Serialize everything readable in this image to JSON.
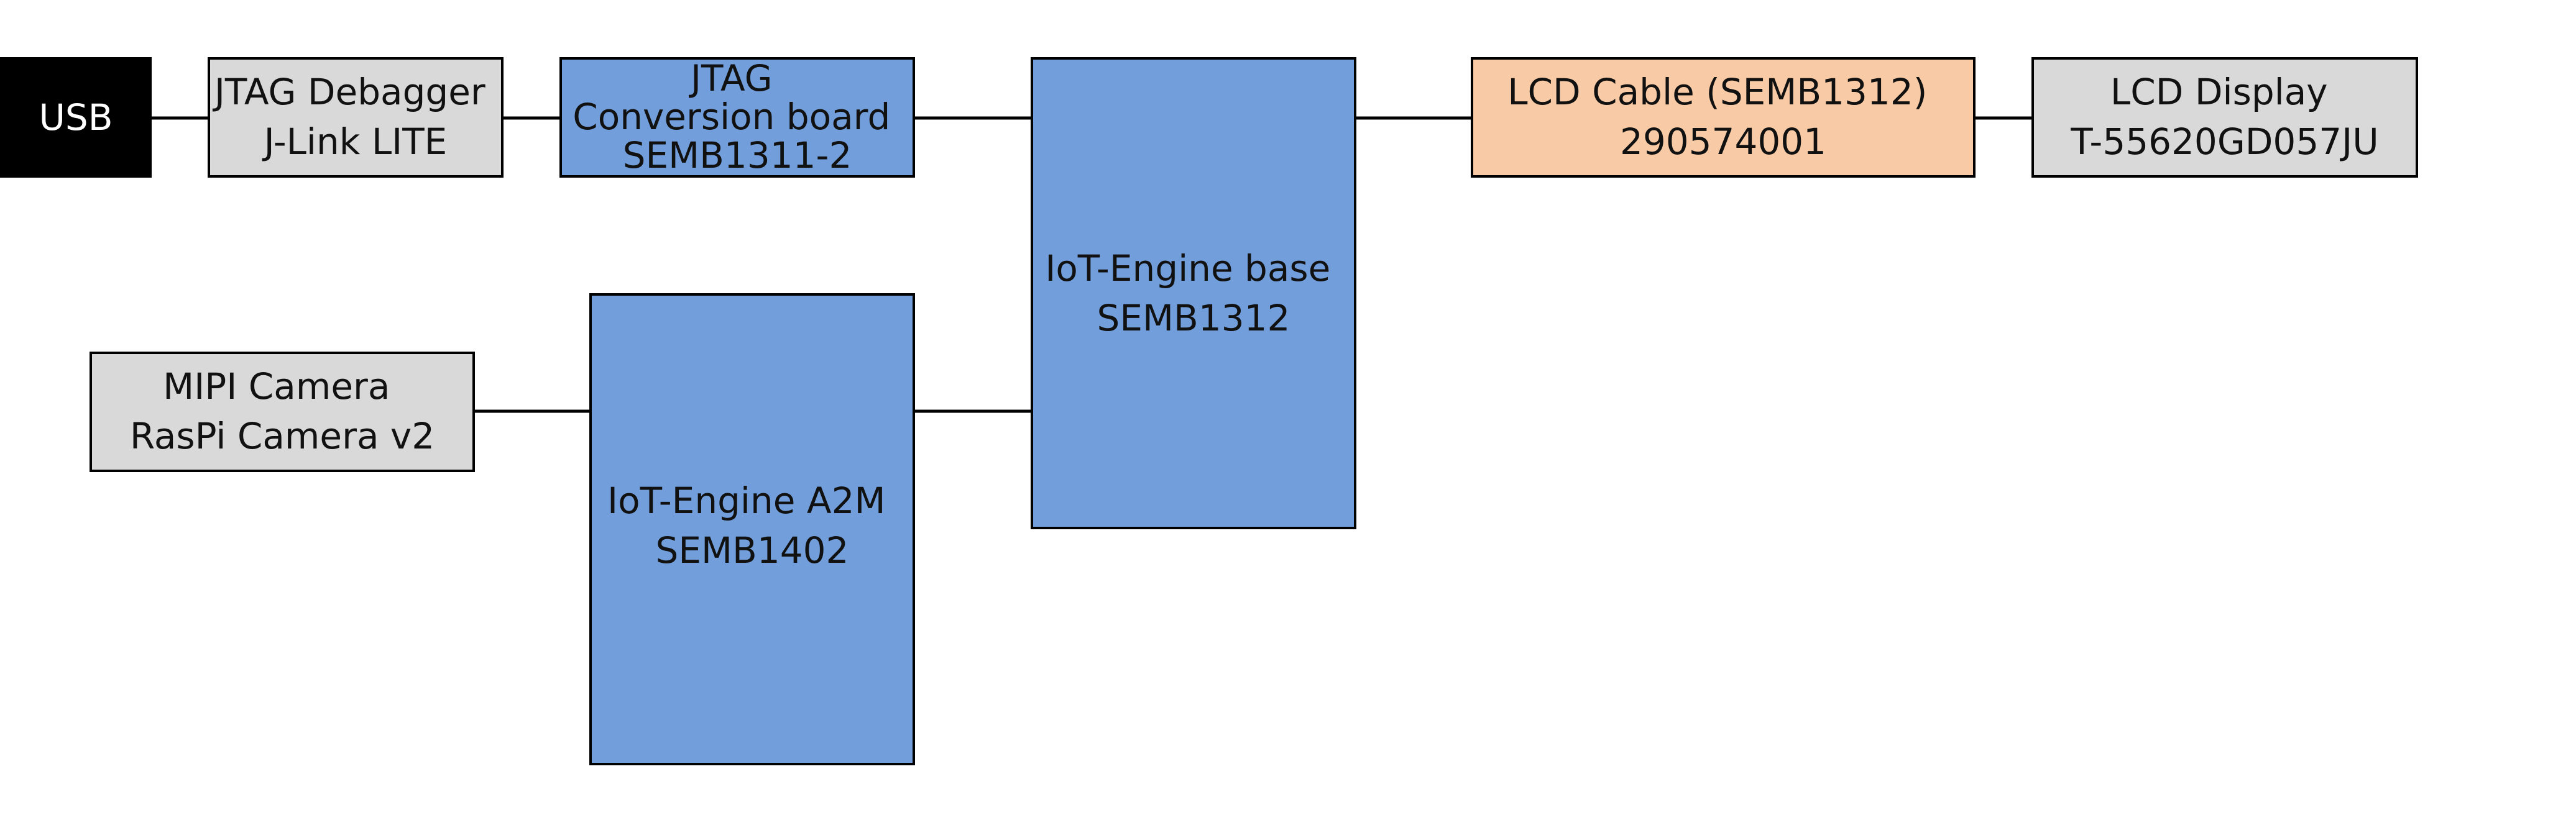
{
  "colors": {
    "black_block": "#000000",
    "gray_block": "#d9d9d9",
    "blue_block": "#729fdc",
    "orange_block": "#f8cba6",
    "light_text": "#ffffff",
    "dark_text": "#111111"
  },
  "blocks": {
    "usb": {
      "lines": [
        "USB"
      ]
    },
    "jtag_debugger": {
      "lines": [
        "JTAG Debagger",
        "J-Link LITE"
      ]
    },
    "jtag_conversion": {
      "lines": [
        "JTAG",
        "Conversion board",
        "SEMB1311-2"
      ]
    },
    "iot_engine_base": {
      "lines": [
        "IoT-Engine base",
        "SEMB1312"
      ]
    },
    "lcd_cable": {
      "lines": [
        "LCD Cable (SEMB1312)",
        "290574001"
      ]
    },
    "lcd_display": {
      "lines": [
        "LCD Display",
        "T-55620GD057JU"
      ]
    },
    "mipi_camera": {
      "lines": [
        "MIPI Camera",
        "RasPi Camera v2"
      ]
    },
    "iot_engine_a2m": {
      "lines": [
        "IoT-Engine A2M",
        "SEMB1402"
      ]
    }
  }
}
